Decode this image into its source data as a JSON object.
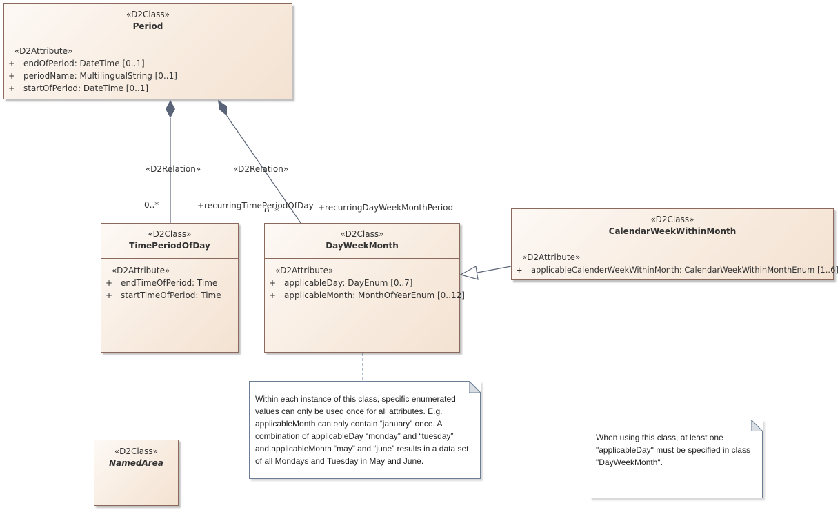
{
  "classes": {
    "period": {
      "stereotype": "«D2Class»",
      "name": "Period",
      "attr_stereotype": "«D2Attribute»",
      "attributes": [
        {
          "vis": "+",
          "text": "endOfPeriod: DateTime [0..1]"
        },
        {
          "vis": "+",
          "text": "periodName: MultilingualString [0..1]"
        },
        {
          "vis": "+",
          "text": "startOfPeriod: DateTime [0..1]"
        }
      ]
    },
    "time_period_of_day": {
      "stereotype": "«D2Class»",
      "name": "TimePeriodOfDay",
      "attr_stereotype": "«D2Attribute»",
      "attributes": [
        {
          "vis": "+",
          "text": "endTimeOfPeriod: Time"
        },
        {
          "vis": "+",
          "text": "startTimeOfPeriod: Time"
        }
      ]
    },
    "day_week_month": {
      "stereotype": "«D2Class»",
      "name": "DayWeekMonth",
      "attr_stereotype": "«D2Attribute»",
      "attributes": [
        {
          "vis": "+",
          "text": "applicableDay: DayEnum [0..7]"
        },
        {
          "vis": "+",
          "text": "applicableMonth: MonthOfYearEnum [0..12]"
        }
      ]
    },
    "calendar_week_within_month": {
      "stereotype": "«D2Class»",
      "name": "CalendarWeekWithinMonth",
      "attr_stereotype": "«D2Attribute»",
      "attributes": [
        {
          "vis": "+",
          "text": "applicableCalenderWeekWithinMonth: CalendarWeekWithinMonthEnum [1..6]"
        }
      ]
    },
    "named_area": {
      "stereotype": "«D2Class»",
      "name": "NamedArea"
    }
  },
  "relations": {
    "rel1_stereotype": "«D2Relation»",
    "rel1_multiplicity": "0..*",
    "rel2_stereotype": "«D2Relation»",
    "rel2_role": "+recurringTimePeriodOfDay",
    "rel2_multiplicity": "0..*",
    "rel3_role": "+recurringDayWeekMonthPeriod"
  },
  "notes": {
    "note1": "Within each instance of this class, specific enumerated\nvalues can only be used once for all attributes.  E.g.\napplicableMonth can only contain “january” once.  A\ncombination of applicableDay “monday” and “tuesday”\nand applicableMonth “may” and “june” results in a data set\nof all Mondays and Tuesday in May and June.",
    "note2": "When using this class, at least one\n\"applicableDay\" must be specified in class\n\"DayWeekMonth\"."
  },
  "colors": {
    "class_border": "#8b6a5d",
    "class_fill": "#f8ece0",
    "connector": "#5a6478",
    "note_border": "#6a7f95"
  }
}
